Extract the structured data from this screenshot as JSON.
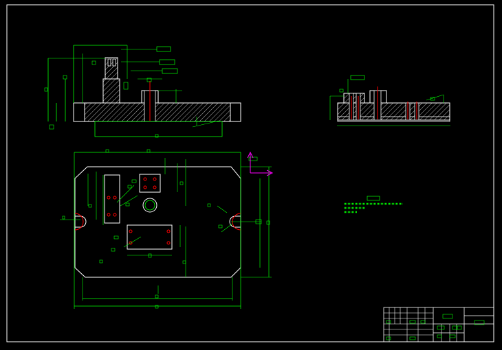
{
  "drawing": {
    "background": "#000000",
    "colors": {
      "outline": "#ffffff",
      "dimension": "#00ff00",
      "centerline": "#ff0000",
      "hatch": "#ffffff",
      "annotation_box": "#00ff00",
      "coordinate_axis": "#ff00ff",
      "hole_marker": "#ff0000"
    },
    "views": [
      "front-section-view",
      "side-section-view",
      "top-plan-view",
      "notes-block",
      "title-block"
    ],
    "title_block": {
      "rows": 6,
      "label_present": true
    }
  }
}
